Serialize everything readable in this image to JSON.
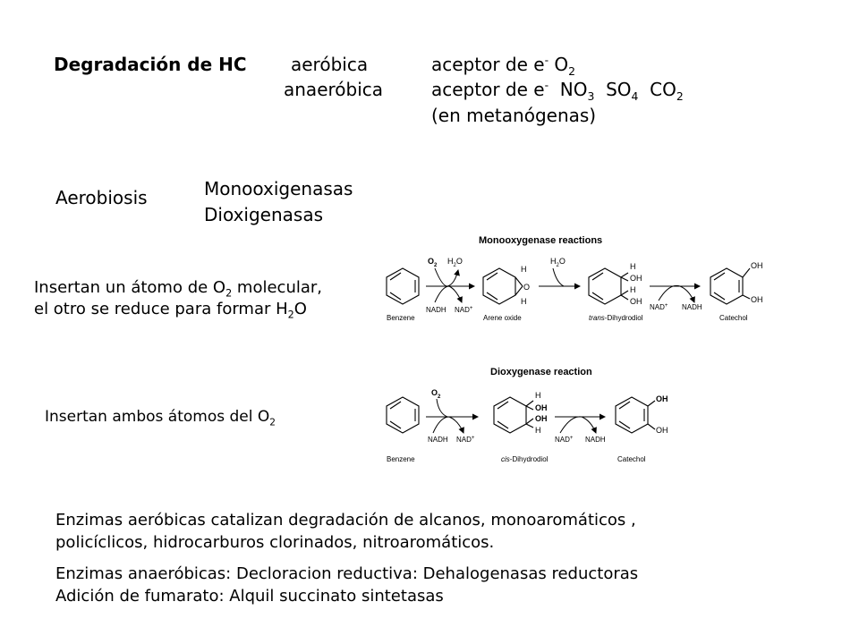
{
  "header": {
    "title": "Degradación de HC",
    "aerobic": {
      "type": "aeróbica",
      "acceptor": "aceptor de e",
      "acceptor_sup": "-",
      "acceptor_species": [
        {
          "base": "O",
          "sub": "2"
        }
      ]
    },
    "anaerobic": {
      "type": "anaeróbica",
      "acceptor": "aceptor de e",
      "acceptor_sup": "-",
      "acceptor_species": [
        {
          "base": "NO",
          "sub": "3"
        },
        {
          "base": "SO",
          "sub": "4"
        },
        {
          "base": "CO",
          "sub": "2"
        }
      ],
      "note": "(en metanógenas)"
    }
  },
  "aerobiosis": {
    "label": "Aerobiosis",
    "enzymes": [
      "Monooxigenasas",
      "Dioxigenasas"
    ]
  },
  "monooxygenase": {
    "description": [
      {
        "pre": "Insertan un átomo de O",
        "sub": "2",
        "post": " molecular,"
      },
      {
        "pre": "el otro se reduce para formar H",
        "sub": "2",
        "post": "O"
      }
    ],
    "diagram": {
      "title": "Monooxygenase reactions",
      "compounds": [
        "Benzene",
        "Arene oxide",
        "trans-Dihydrodiol",
        "Catechol"
      ],
      "trans_prefix": "trans",
      "trans_suffix": "-Dihydrodiol",
      "reagents": {
        "o2": "O",
        "o2_sub": "2",
        "h2o_in_h": "H",
        "h2o_in_sub": "2",
        "h2o_in_o": "O",
        "nadh": "NADH",
        "nad": "NAD",
        "nad_sup": "+",
        "h2o2_h": "H",
        "h2o2_sub": "2",
        "h2o2_o": "O",
        "nad2": "NAD",
        "nad2_sup": "+",
        "nadh2": "NADH"
      },
      "atoms": {
        "h": "H",
        "o": "O",
        "oh": "OH"
      }
    }
  },
  "dioxygenase": {
    "description": {
      "pre": "Insertan ambos átomos del O",
      "sub": "2"
    },
    "diagram": {
      "title": "Dioxygenase reaction",
      "compounds": [
        "Benzene",
        "cis-Dihydrodiol",
        "Catechol"
      ],
      "cis_prefix": "cis",
      "cis_suffix": "-Dihydrodiol",
      "reagents": {
        "o2": "O",
        "o2_sub": "2",
        "nadh": "NADH",
        "nad": "NAD",
        "nad_sup": "+",
        "nad2": "NAD",
        "nad2_sup": "+",
        "nadh2": "NADH"
      },
      "atoms": {
        "h": "H",
        "oh": "OH"
      }
    }
  },
  "notes": {
    "aerobic_enzymes": [
      "Enzimas aeróbicas catalizan degradación de alcanos, monoaromáticos ,",
      "policíclicos, hidrocarburos clorinados, nitroaromáticos."
    ],
    "anaerobic_enzymes": [
      "Enzimas anaeróbicas: Decloracion reductiva: Dehalogenasas reductoras",
      "Adición de fumarato: Alquil succinato sintetasas"
    ]
  }
}
